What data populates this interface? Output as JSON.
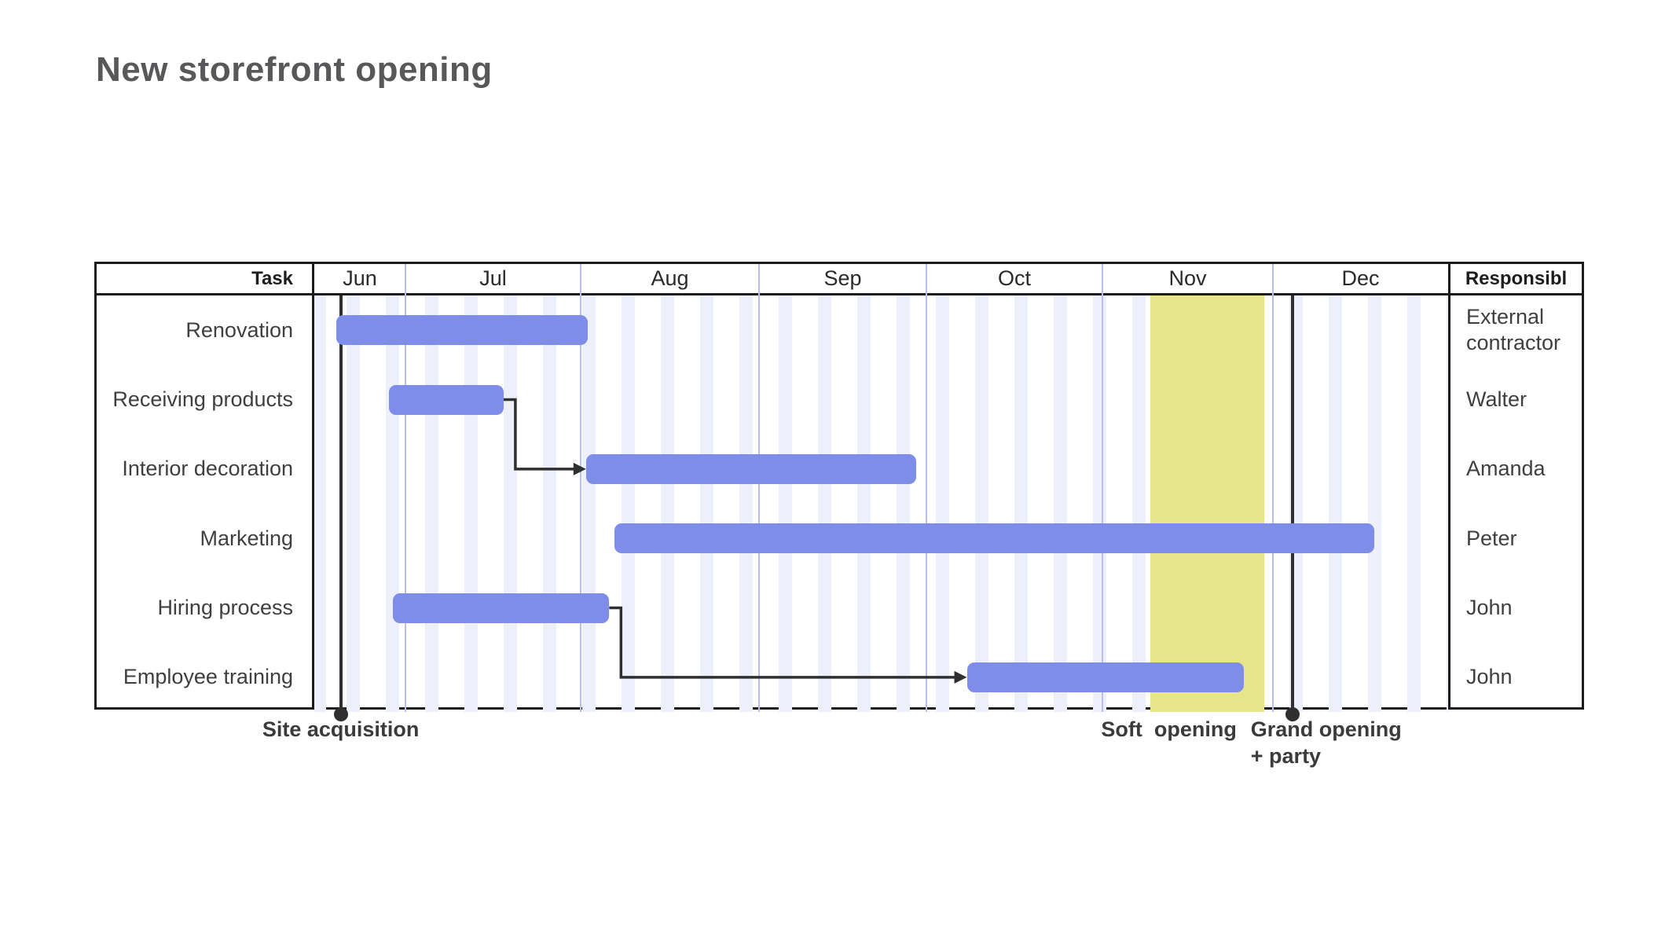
{
  "title": "New storefront opening",
  "table": {
    "task_header": "Task",
    "responsible_header": "Responsibl"
  },
  "colors": {
    "bar": "#7e8de8",
    "highlight": "#e6e58a",
    "grid": "#b7c0ed",
    "stripe": "#edf0fa",
    "line": "#2f2f2f",
    "border": "#1b1b1b",
    "text": "#3f3f3f",
    "title": "#58585a"
  },
  "chart_data": {
    "type": "gantt",
    "title": "New storefront opening",
    "timeline": {
      "months": [
        "Jun",
        "Jul",
        "Aug",
        "Sep",
        "Oct",
        "Nov",
        "Dec"
      ],
      "axis_note": "positions in month units: 0 = Jun 1, 1 = Jul 1 ... 7 = Jan 1; visible axis starts mid-June (0.5)",
      "grid": "weekly light stripes, month boundary lines"
    },
    "tasks": [
      {
        "name": "Renovation",
        "responsible": "External contractor",
        "start": 0.62,
        "end": 2.04
      },
      {
        "name": "Receiving products",
        "responsible": "Walter",
        "start": 0.91,
        "end": 1.56
      },
      {
        "name": "Interior decoration",
        "responsible": "Amanda",
        "start": 2.03,
        "end": 3.94
      },
      {
        "name": "Marketing",
        "responsible": "Peter",
        "start": 2.19,
        "end": 6.58
      },
      {
        "name": "Hiring process",
        "responsible": "John",
        "start": 0.93,
        "end": 2.16
      },
      {
        "name": "Employee training",
        "responsible": "John",
        "start": 4.23,
        "end": 5.83
      }
    ],
    "dependencies": [
      {
        "from": "Receiving products",
        "to": "Interior decoration"
      },
      {
        "from": "Hiring process",
        "to": "Employee training"
      }
    ],
    "highlight_band": {
      "start": 5.28,
      "end": 5.95,
      "color": "#e6e58a"
    },
    "milestones": [
      {
        "label": "Site acquisition",
        "at": 0.645,
        "line": true,
        "dot": true,
        "label_at": 0.645,
        "label_align": "center",
        "label_lines": [
          "Site acquisition"
        ]
      },
      {
        "label": "Soft opening",
        "at": 5.39,
        "line": false,
        "dot": false,
        "label_at": 5.39,
        "label_align": "center",
        "label_lines": [
          "Soft  opening"
        ]
      },
      {
        "label": "Grand opening + party",
        "at": 6.11,
        "line": true,
        "dot": true,
        "label_at": 5.87,
        "label_align": "left",
        "label_lines": [
          "Grand opening",
          "+ party"
        ]
      }
    ]
  }
}
